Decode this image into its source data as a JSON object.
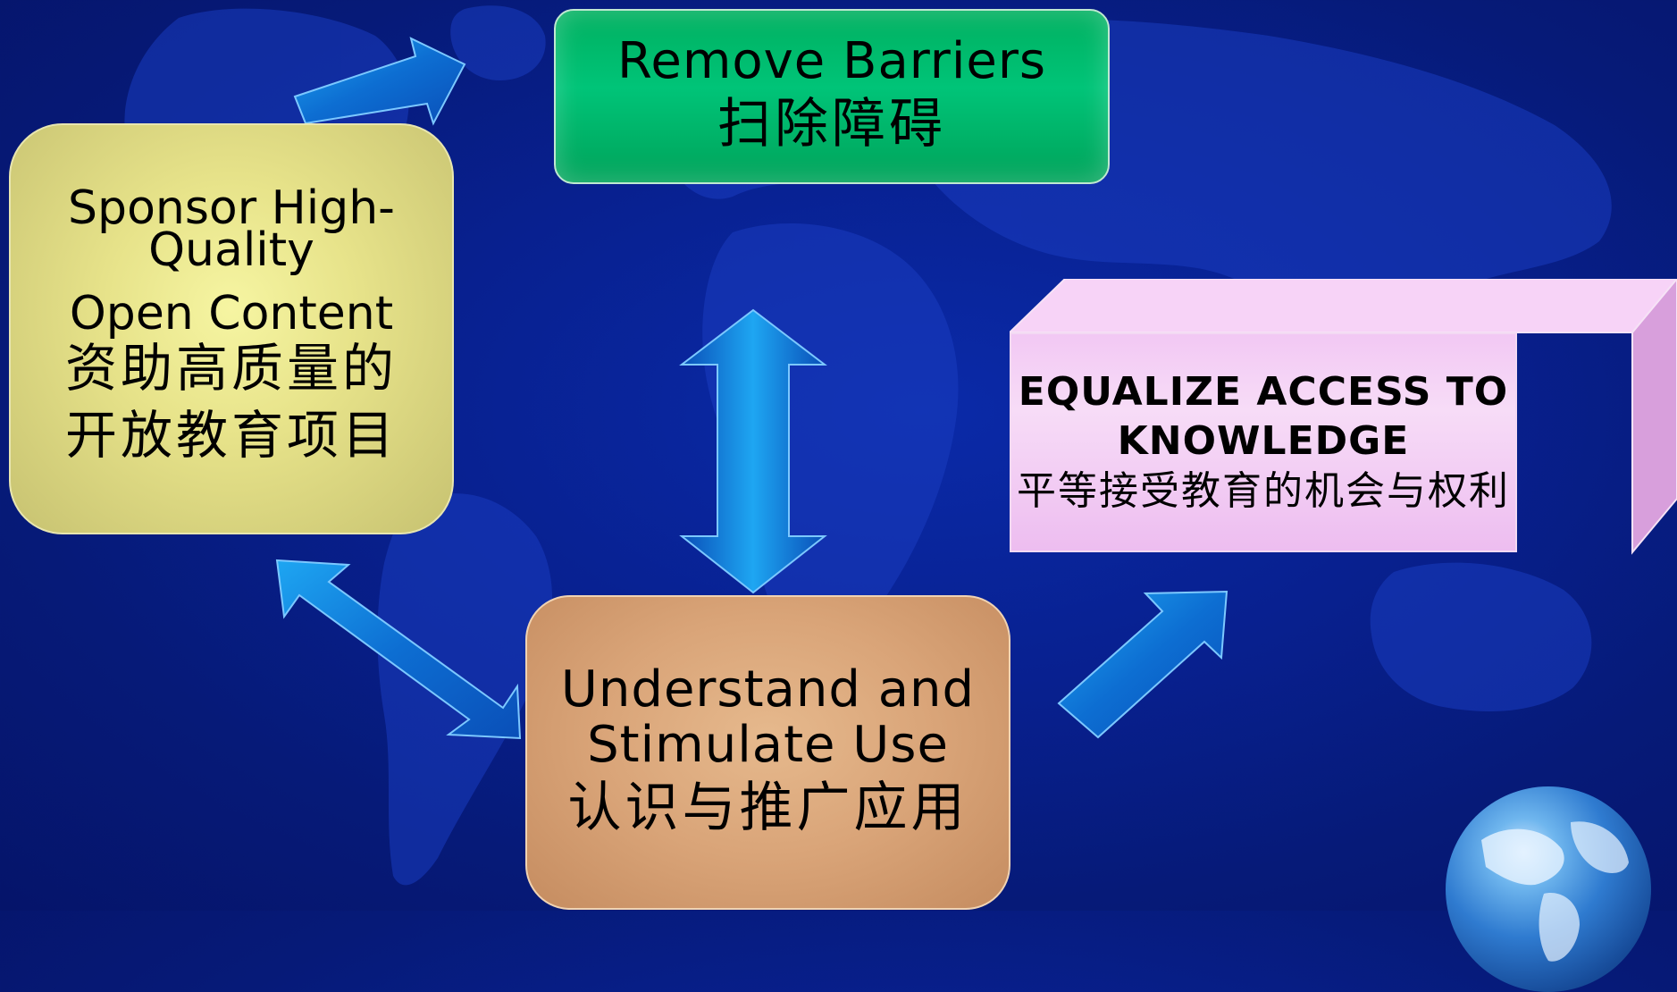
{
  "boxes": {
    "remove_barriers": {
      "en": "Remove Barriers",
      "cn": "扫除障碍",
      "color": "#00b466"
    },
    "sponsor": {
      "en_line1": "Sponsor High-",
      "en_line2": "Quality",
      "en_line3": "Open Content",
      "cn_line1": "资助高质量的",
      "cn_line2": "开放教育项目",
      "color": "#e9e58c"
    },
    "understand": {
      "en_line1": "Understand and",
      "en_line2": "Stimulate Use",
      "cn": "认识与推广应用",
      "color": "#d9a478"
    },
    "equalize": {
      "en_line1": "EQUALIZE ACCESS TO",
      "en_line2": "KNOWLEDGE",
      "cn": "平等接受教育的机会与权利",
      "color": "#f4cff5"
    }
  },
  "arrow_color": "#1a8fe6",
  "background_color": "#0a24a0"
}
